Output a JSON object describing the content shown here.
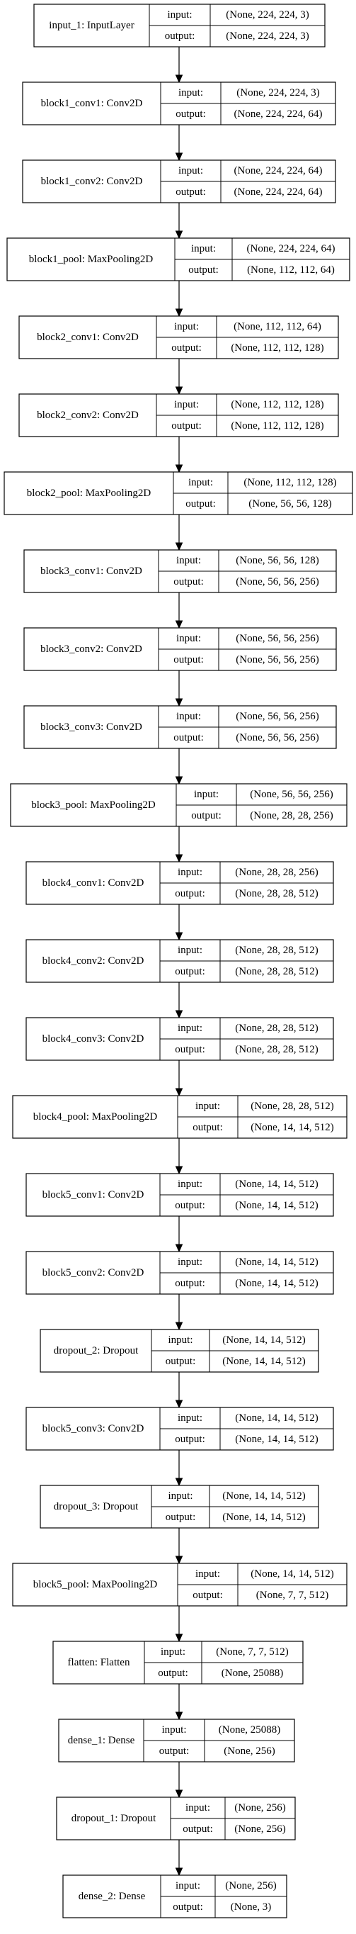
{
  "diagram": {
    "type": "keras-model-plot",
    "nodes": [
      {
        "label": "input_1: InputLayer",
        "input_label": "input:",
        "input": "(None, 224, 224, 3)",
        "output_label": "output:",
        "output": "(None, 224, 224, 3)"
      },
      {
        "label": "block1_conv1: Conv2D",
        "input_label": "input:",
        "input": "(None, 224, 224, 3)",
        "output_label": "output:",
        "output": "(None, 224, 224, 64)"
      },
      {
        "label": "block1_conv2: Conv2D",
        "input_label": "input:",
        "input": "(None, 224, 224, 64)",
        "output_label": "output:",
        "output": "(None, 224, 224, 64)"
      },
      {
        "label": "block1_pool: MaxPooling2D",
        "input_label": "input:",
        "input": "(None, 224, 224, 64)",
        "output_label": "output:",
        "output": "(None, 112, 112, 64)"
      },
      {
        "label": "block2_conv1: Conv2D",
        "input_label": "input:",
        "input": "(None, 112, 112, 64)",
        "output_label": "output:",
        "output": "(None, 112, 112, 128)"
      },
      {
        "label": "block2_conv2: Conv2D",
        "input_label": "input:",
        "input": "(None, 112, 112, 128)",
        "output_label": "output:",
        "output": "(None, 112, 112, 128)"
      },
      {
        "label": "block2_pool: MaxPooling2D",
        "input_label": "input:",
        "input": "(None, 112, 112, 128)",
        "output_label": "output:",
        "output": "(None, 56, 56, 128)"
      },
      {
        "label": "block3_conv1: Conv2D",
        "input_label": "input:",
        "input": "(None, 56, 56, 128)",
        "output_label": "output:",
        "output": "(None, 56, 56, 256)"
      },
      {
        "label": "block3_conv2: Conv2D",
        "input_label": "input:",
        "input": "(None, 56, 56, 256)",
        "output_label": "output:",
        "output": "(None, 56, 56, 256)"
      },
      {
        "label": "block3_conv3: Conv2D",
        "input_label": "input:",
        "input": "(None, 56, 56, 256)",
        "output_label": "output:",
        "output": "(None, 56, 56, 256)"
      },
      {
        "label": "block3_pool: MaxPooling2D",
        "input_label": "input:",
        "input": "(None, 56, 56, 256)",
        "output_label": "output:",
        "output": "(None, 28, 28, 256)"
      },
      {
        "label": "block4_conv1: Conv2D",
        "input_label": "input:",
        "input": "(None, 28, 28, 256)",
        "output_label": "output:",
        "output": "(None, 28, 28, 512)"
      },
      {
        "label": "block4_conv2: Conv2D",
        "input_label": "input:",
        "input": "(None, 28, 28, 512)",
        "output_label": "output:",
        "output": "(None, 28, 28, 512)"
      },
      {
        "label": "block4_conv3: Conv2D",
        "input_label": "input:",
        "input": "(None, 28, 28, 512)",
        "output_label": "output:",
        "output": "(None, 28, 28, 512)"
      },
      {
        "label": "block4_pool: MaxPooling2D",
        "input_label": "input:",
        "input": "(None, 28, 28, 512)",
        "output_label": "output:",
        "output": "(None, 14, 14, 512)"
      },
      {
        "label": "block5_conv1: Conv2D",
        "input_label": "input:",
        "input": "(None, 14, 14, 512)",
        "output_label": "output:",
        "output": "(None, 14, 14, 512)"
      },
      {
        "label": "block5_conv2: Conv2D",
        "input_label": "input:",
        "input": "(None, 14, 14, 512)",
        "output_label": "output:",
        "output": "(None, 14, 14, 512)"
      },
      {
        "label": "dropout_2: Dropout",
        "input_label": "input:",
        "input": "(None, 14, 14, 512)",
        "output_label": "output:",
        "output": "(None, 14, 14, 512)"
      },
      {
        "label": "block5_conv3: Conv2D",
        "input_label": "input:",
        "input": "(None, 14, 14, 512)",
        "output_label": "output:",
        "output": "(None, 14, 14, 512)"
      },
      {
        "label": "dropout_3: Dropout",
        "input_label": "input:",
        "input": "(None, 14, 14, 512)",
        "output_label": "output:",
        "output": "(None, 14, 14, 512)"
      },
      {
        "label": "block5_pool: MaxPooling2D",
        "input_label": "input:",
        "input": "(None, 14, 14, 512)",
        "output_label": "output:",
        "output": "(None, 7, 7, 512)"
      },
      {
        "label": "flatten: Flatten",
        "input_label": "input:",
        "input": "(None, 7, 7, 512)",
        "output_label": "output:",
        "output": "(None, 25088)"
      },
      {
        "label": "dense_1: Dense",
        "input_label": "input:",
        "input": "(None, 25088)",
        "output_label": "output:",
        "output": "(None, 256)"
      },
      {
        "label": "dropout_1: Dropout",
        "input_label": "input:",
        "input": "(None, 256)",
        "output_label": "output:",
        "output": "(None, 256)"
      },
      {
        "label": "dense_2: Dense",
        "input_label": "input:",
        "input": "(None, 256)",
        "output_label": "output:",
        "output": "(None, 3)"
      }
    ]
  }
}
